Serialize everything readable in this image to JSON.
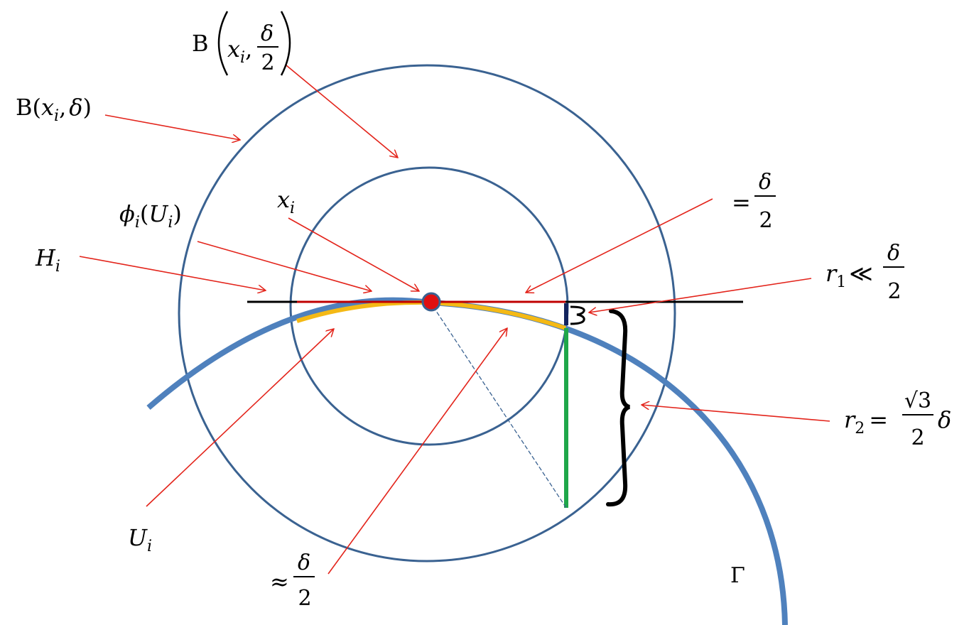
{
  "colors": {
    "circle": "#3A6291",
    "gamma_curve": "#4F81BD",
    "tangent_line": "#000000",
    "red_segment": "#C00000",
    "arc_highlight": "#F4B915",
    "green_segment": "#1FA74A",
    "dark_segment": "#12245E",
    "arrow": "#E3241B",
    "center_point": "#E01010"
  },
  "labels": {
    "big_ball": {
      "prefix": "B(",
      "var": "x",
      "sub": "i",
      "sep": ",",
      "arg": "δ",
      "suffix": ")"
    },
    "small_ball": {
      "prefix": "B",
      "var": "x",
      "sub": "i",
      "sep": ",",
      "frac_num": "δ",
      "frac_den": "2"
    },
    "center": {
      "var": "x",
      "sub": "i"
    },
    "phi": {
      "var": "ϕ",
      "sub": "i",
      "open": "(",
      "arg": "U",
      "arg_sub": "i",
      "close": ")"
    },
    "H": {
      "var": "H",
      "sub": "i"
    },
    "U": {
      "var": "U",
      "sub": "i"
    },
    "half_delta_eq": {
      "op": "=",
      "frac_num": "δ",
      "frac_den": "2"
    },
    "half_delta_approx": {
      "op": "≈",
      "frac_num": "δ",
      "frac_den": "2"
    },
    "r1": {
      "var": "r",
      "sub": "1",
      "op": "≪",
      "frac_num": "δ",
      "frac_den": "2"
    },
    "r2": {
      "var": "r",
      "sub": "2",
      "op": "=",
      "frac_num": "√3",
      "frac_den": "2",
      "tail": "δ"
    },
    "gamma": "Γ"
  }
}
